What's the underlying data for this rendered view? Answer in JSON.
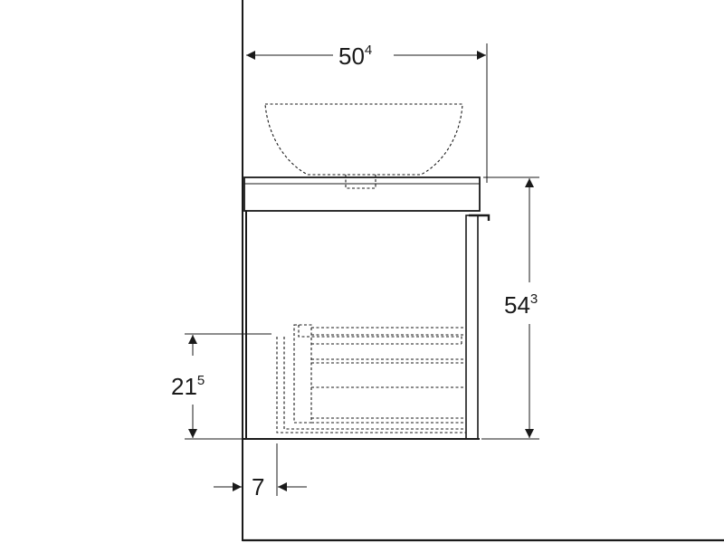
{
  "dimensions": {
    "width": {
      "main": "50",
      "sup": "4"
    },
    "height": {
      "main": "54",
      "sup": "3"
    },
    "drawer_height": {
      "main": "21",
      "sup": "5"
    },
    "setback": {
      "main": "7"
    }
  },
  "colors": {
    "line": "#1a1a1a",
    "background": "#ffffff"
  }
}
